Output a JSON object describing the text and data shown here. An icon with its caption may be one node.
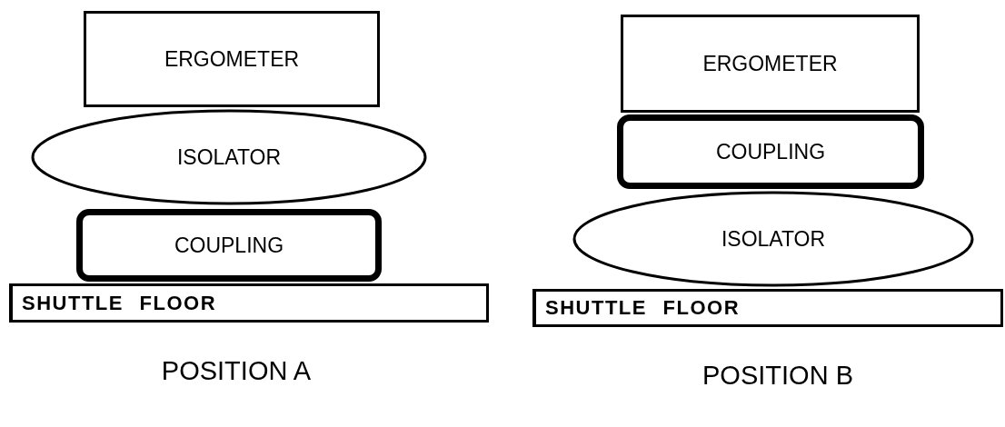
{
  "diagram": {
    "nodes": [
      {
        "text": [
          "ERGOMETER"
        ]
      },
      {
        "text": [
          "ISOLATOR"
        ]
      },
      {
        "text": [
          "COUPLING"
        ]
      },
      {
        "text": [
          "SHUTTLE FLOOR"
        ]
      },
      {
        "text": [
          "ERGOMETER"
        ]
      },
      {
        "text": [
          "COUPLING"
        ]
      },
      {
        "text": [
          "ISOLATOR"
        ]
      },
      {
        "text": [
          "SHUTTLE FLOOR"
        ]
      }
    ],
    "edges": [],
    "labels": [
      "POSITION A",
      "POSITION B"
    ]
  }
}
